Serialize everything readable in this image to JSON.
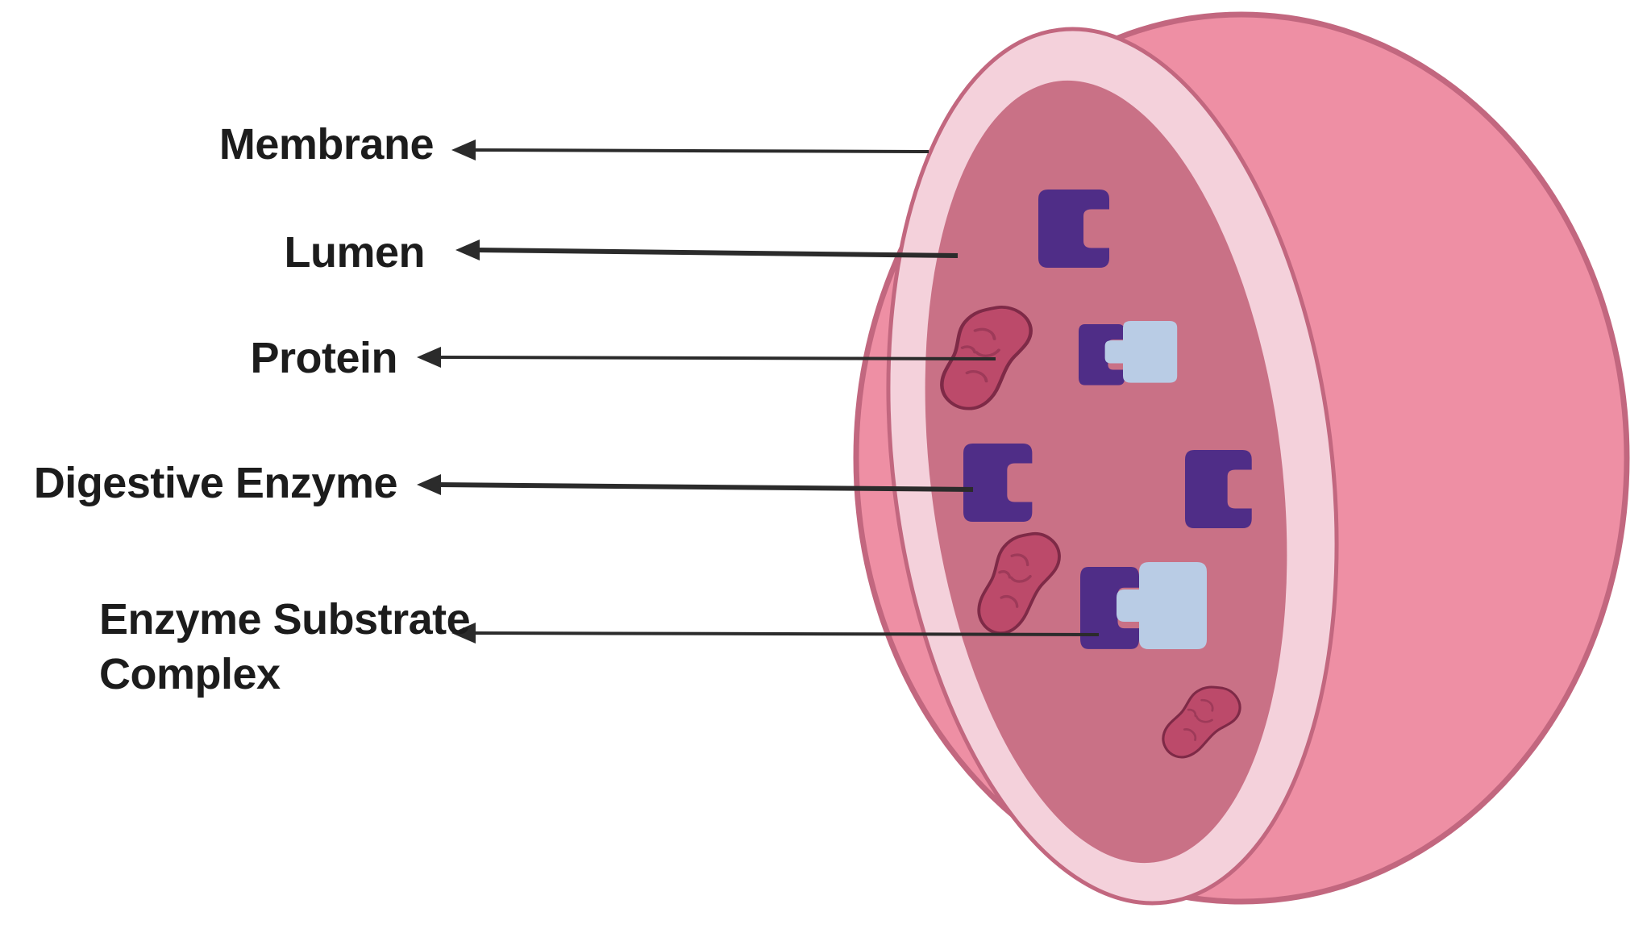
{
  "labels": {
    "membrane": "Membrane",
    "lumen": "Lumen",
    "protein": "Protein",
    "digestive_enzyme": "Digestive Enzyme",
    "enzyme_substrate_line1": "Enzyme Substrate",
    "enzyme_substrate_line2": "Complex"
  },
  "connections": [
    {
      "label": "Membrane",
      "points_to": "membrane-ring"
    },
    {
      "label": "Lumen",
      "points_to": "lumen-face"
    },
    {
      "label": "Protein",
      "points_to": "protein-blob-1"
    },
    {
      "label": "Digestive Enzyme",
      "points_to": "digestive-enzyme-shape-2"
    },
    {
      "label": "Enzyme Substrate Complex",
      "points_to": "enzyme-substrate-complex-large"
    }
  ],
  "contents": {
    "digestive_enzyme_count": 3,
    "protein_blob_count": 3,
    "enzyme_substrate_complex_count": 2
  },
  "colors": {
    "background": "#ffffff",
    "text": "#1c1c1c",
    "arrow": "#2b2b2b",
    "sphere_fill": "#ee8fa4",
    "sphere_outline": "#c2677f",
    "membrane_ring": "#f4d1db",
    "lumen_fill": "#c97186",
    "enzyme_purple": "#4f2d87",
    "substrate_blue": "#b9cce5",
    "protein_fill": "#bc4a6a",
    "protein_outline": "#7e2a47",
    "protein_texture": "#9e3a59"
  }
}
